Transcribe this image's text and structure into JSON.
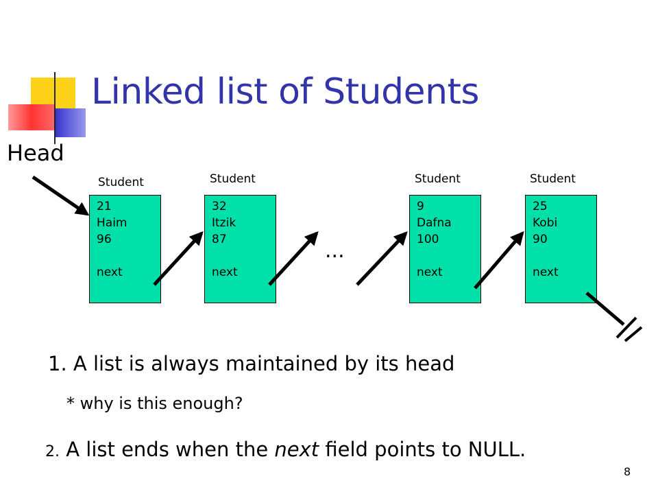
{
  "title": "Linked list of Students",
  "head_label": "Head",
  "nodes": [
    {
      "type_label": "Student",
      "age": "21",
      "name": "Haim",
      "grade": "96",
      "next": "next"
    },
    {
      "type_label": "Student",
      "age": "32",
      "name": "Itzik",
      "grade": "87",
      "next": "next"
    },
    {
      "type_label": "Student",
      "age": "9",
      "name": "Dafna",
      "grade": "100",
      "next": "next"
    },
    {
      "type_label": "Student",
      "age": "25",
      "name": "Kobi",
      "grade": "90",
      "next": "next"
    }
  ],
  "ellipsis": "...",
  "points": {
    "p1": "1. A list is always maintained by its head",
    "p1_sub": "* why is this enough?",
    "p2_num": "2.",
    "p2_a": " A list ends when the ",
    "p2_em": "next",
    "p2_b": " field points to NULL."
  },
  "page_number": "8",
  "colors": {
    "title": "#3333aa",
    "node_fill": "#00e0a8",
    "deco_yellow": "#ffd21a",
    "deco_red": "#ff4444",
    "deco_blue": "#3a3acc"
  }
}
